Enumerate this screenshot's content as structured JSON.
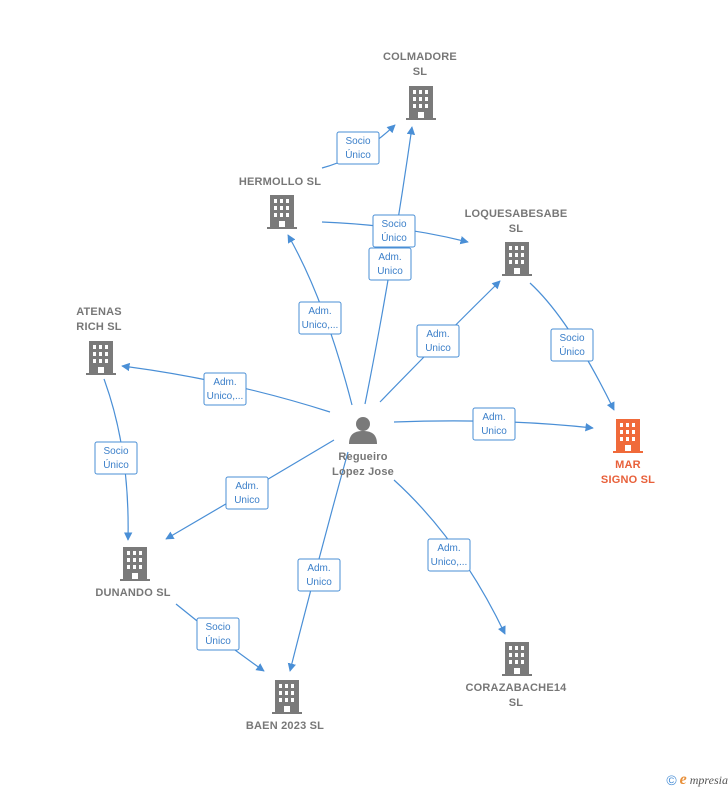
{
  "colors": {
    "edge": "#4a8fd6",
    "building": "#7a7a7a",
    "highlight": "#f06a3a",
    "person": "#7a7a7a"
  },
  "nodes": [
    {
      "id": "person",
      "icon": "person-icon",
      "label": [
        "Regueiro",
        "Lopez Jose"
      ]
    },
    {
      "id": "colmadore",
      "icon": "building-icon",
      "label": [
        "COLMADORE",
        "SL"
      ]
    },
    {
      "id": "hermollo",
      "icon": "building-icon",
      "label": [
        "HERMOLLO  SL"
      ]
    },
    {
      "id": "loquesabesabe",
      "icon": "building-icon",
      "label": [
        "LOQUESABESABE",
        "SL"
      ]
    },
    {
      "id": "atenas",
      "icon": "building-icon",
      "label": [
        "ATENAS",
        "RICH  SL"
      ]
    },
    {
      "id": "mar",
      "icon": "building-icon",
      "label": [
        "MAR",
        "SIGNO  SL"
      ],
      "highlight": true
    },
    {
      "id": "dunando",
      "icon": "building-icon",
      "label": [
        "DUNANDO  SL"
      ]
    },
    {
      "id": "baen",
      "icon": "building-icon",
      "label": [
        "BAEN 2023  SL"
      ]
    },
    {
      "id": "corazabache",
      "icon": "building-icon",
      "label": [
        "CORAZABACHE14",
        "SL"
      ]
    }
  ],
  "edges": [
    {
      "from": "person",
      "to": "colmadore",
      "label": [
        "Adm.",
        "Unico"
      ]
    },
    {
      "from": "person",
      "to": "hermollo",
      "label": [
        "Adm.",
        "Unico,..."
      ]
    },
    {
      "from": "hermollo",
      "to": "colmadore",
      "label": [
        "Socio",
        "Único"
      ]
    },
    {
      "from": "hermollo",
      "to": "loquesabesabe",
      "label": [
        "Socio",
        "Único"
      ]
    },
    {
      "from": "person",
      "to": "loquesabesabe",
      "label": [
        "Adm.",
        "Unico"
      ]
    },
    {
      "from": "loquesabesabe",
      "to": "mar",
      "label": [
        "Socio",
        "Único"
      ]
    },
    {
      "from": "person",
      "to": "atenas",
      "label": [
        "Adm.",
        "Unico,..."
      ]
    },
    {
      "from": "person",
      "to": "mar",
      "label": [
        "Adm.",
        "Unico"
      ]
    },
    {
      "from": "atenas",
      "to": "dunando",
      "label": [
        "Socio",
        "Único"
      ]
    },
    {
      "from": "person",
      "to": "dunando",
      "label": [
        "Adm.",
        "Unico"
      ]
    },
    {
      "from": "person",
      "to": "baen",
      "label": [
        "Adm.",
        "Unico"
      ]
    },
    {
      "from": "dunando",
      "to": "baen",
      "label": [
        "Socio",
        "Único"
      ]
    },
    {
      "from": "person",
      "to": "corazabache",
      "label": [
        "Adm.",
        "Unico,..."
      ]
    }
  ],
  "footer": {
    "copyright": "©",
    "brand_initial": "e",
    "brand_rest": "mpresia"
  }
}
